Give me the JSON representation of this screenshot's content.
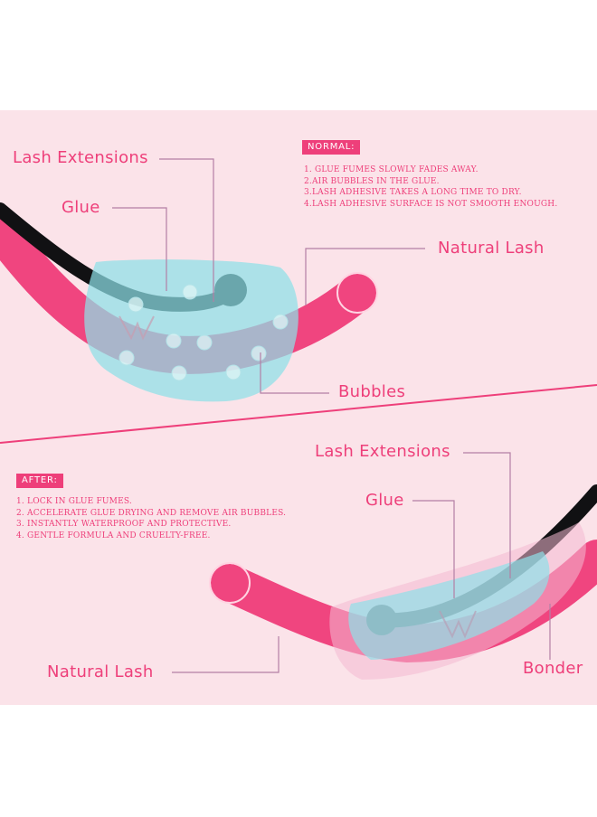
{
  "normal": {
    "badge": "NORMAL:",
    "notes": [
      "1. GLUE FUMES SLOWLY FADES AWAY.",
      "2.AIR BUBBLES IN THE GLUE.",
      "3.LASH ADHESIVE TAKES A LONG TIME TO DRY.",
      "4.LASH ADHESIVE SURFACE IS NOT SMOOTH ENOUGH."
    ],
    "labels": {
      "lash_extensions": "Lash Extensions",
      "glue": "Glue",
      "natural_lash": "Natural Lash",
      "bubbles": "Bubbles"
    }
  },
  "after": {
    "badge": "AFTER:",
    "notes": [
      "1. LOCK IN GLUE FUMES.",
      "2. ACCELERATE GLUE DRYING AND REMOVE AIR BUBBLES.",
      "3. INSTANTLY WATERPROOF AND PROTECTIVE.",
      "4. GENTLE FORMULA AND CRUELTY-FREE."
    ],
    "labels": {
      "lash_extensions": "Lash Extensions",
      "glue": "Glue",
      "natural_lash": "Natural Lash",
      "bonder": "Bonder"
    }
  },
  "colors": {
    "background": "#fbe3e9",
    "accent_pink": "#ee3f7a",
    "natural_lash": "#f0457f",
    "lash_extension": "#0e0e10",
    "glue": "#9ee8ee",
    "bonder": "#f4b9d2"
  }
}
